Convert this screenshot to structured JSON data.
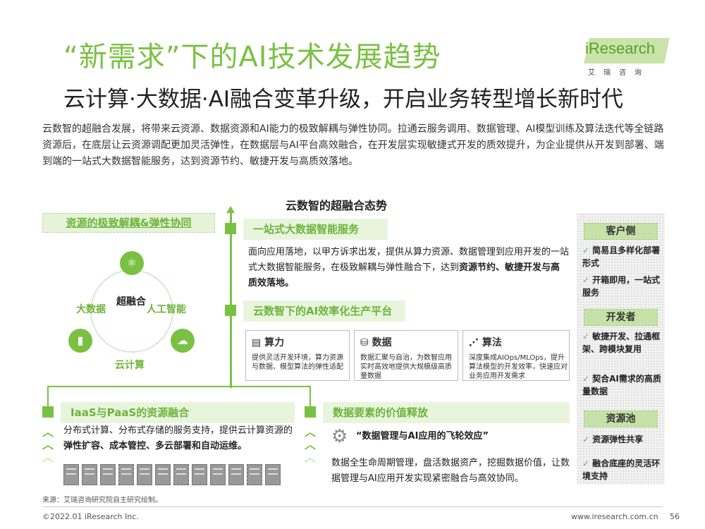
{
  "header": {
    "title": "“新需求”下的AI技术发展趋势",
    "subtitle": "云计算·大数据·AI融合变革升级，开启业务转型增长新时代",
    "intro": "云数智的超融合发展，将带来云资源、数据资源和AI能力的极致解耦与弹性协同。拉通云服务调用、数据管理、AI模型训练及算法迭代等全链路资源后，在底层让云资源调配更加灵活弹性，在数据层与AI平台高效融合，在开发层实现敏捷式开发的质效提升，为企业提供从开发到部署、端到端的一站式大数据智能服务，达到资源节约、敏捷开发与高质效落地。"
  },
  "logo": {
    "name": "iResearch",
    "sub": "艾瑞咨询"
  },
  "diagram": {
    "title": "云数智的超融合态势",
    "left_label": "资源的极致解耦&弹性协同",
    "core": "超融合",
    "nodes": {
      "bigdata": "大数据",
      "ai": "人工智能",
      "cloud": "云计算"
    },
    "service": {
      "label": "一站式大数据智能服务",
      "text_plain": "面向应用落地，以甲方诉求出发，提供从算力资源、数据管理到应用开发的一站式大数据智能服务，在极致解耦与弹性融合下，达到",
      "text_bold": "资源节约、敏捷开发与高质效落地。"
    },
    "platform": {
      "label": "云数智下的AI效率化生产平台",
      "cards": [
        {
          "title": "算力",
          "text": "提供灵活开发环境，算力资源与数据、模型算法的弹性适配"
        },
        {
          "title": "数据",
          "text": "数据汇聚与自治，为数智应用实时高效地提供大规模级高质量数据"
        },
        {
          "title": "算法",
          "text": "深度集成AIOps/MLOps，提升算法模型的开发效率，快速应对业务应用开发需求"
        }
      ]
    },
    "iaas": {
      "label": "IaaS与PaaS的资源融合",
      "text_plain": "分布式计算、分布式存储的服务支持，提供云计算资源的",
      "text_bold": "弹性扩容、成本管控、多云部署和自动运维。"
    },
    "value": {
      "label": "数据要素的价值释放",
      "quote": "“数据管理与AI应用的飞轮效应”",
      "text": "数据全生命周期管理，盘活数据资产，挖掘数据价值，让数据管理与AI应用开发实现紧密融合与高效协同。"
    },
    "right_panel": {
      "groups": [
        {
          "head": "客户侧",
          "items": [
            "简易且多样化部署形式",
            "开箱即用，一站式服务"
          ]
        },
        {
          "head": "开发者",
          "items": [
            "敏捷开发、拉通框架、跨模块复用",
            "契合AI需求的高质量数据"
          ]
        },
        {
          "head": "资源池",
          "items": [
            "资源弹性共享",
            "融合底座的灵活环境支持"
          ]
        }
      ]
    }
  },
  "footer": {
    "source": "来源：艾瑞咨询研究院自主研究绘制。",
    "copyright": "©2022.01 iResearch Inc.",
    "url": "www.iresearch.com.cn",
    "page": "56"
  },
  "colors": {
    "accent": "#7ac143",
    "accent_light": "#e9f4dd"
  },
  "icons": [
    "atom-icon",
    "bar-chart-icon",
    "cloud-icon",
    "book-icon",
    "database-icon",
    "network-icon",
    "gear-icon",
    "check-icon",
    "chevron-up-icon",
    "server-icon"
  ]
}
